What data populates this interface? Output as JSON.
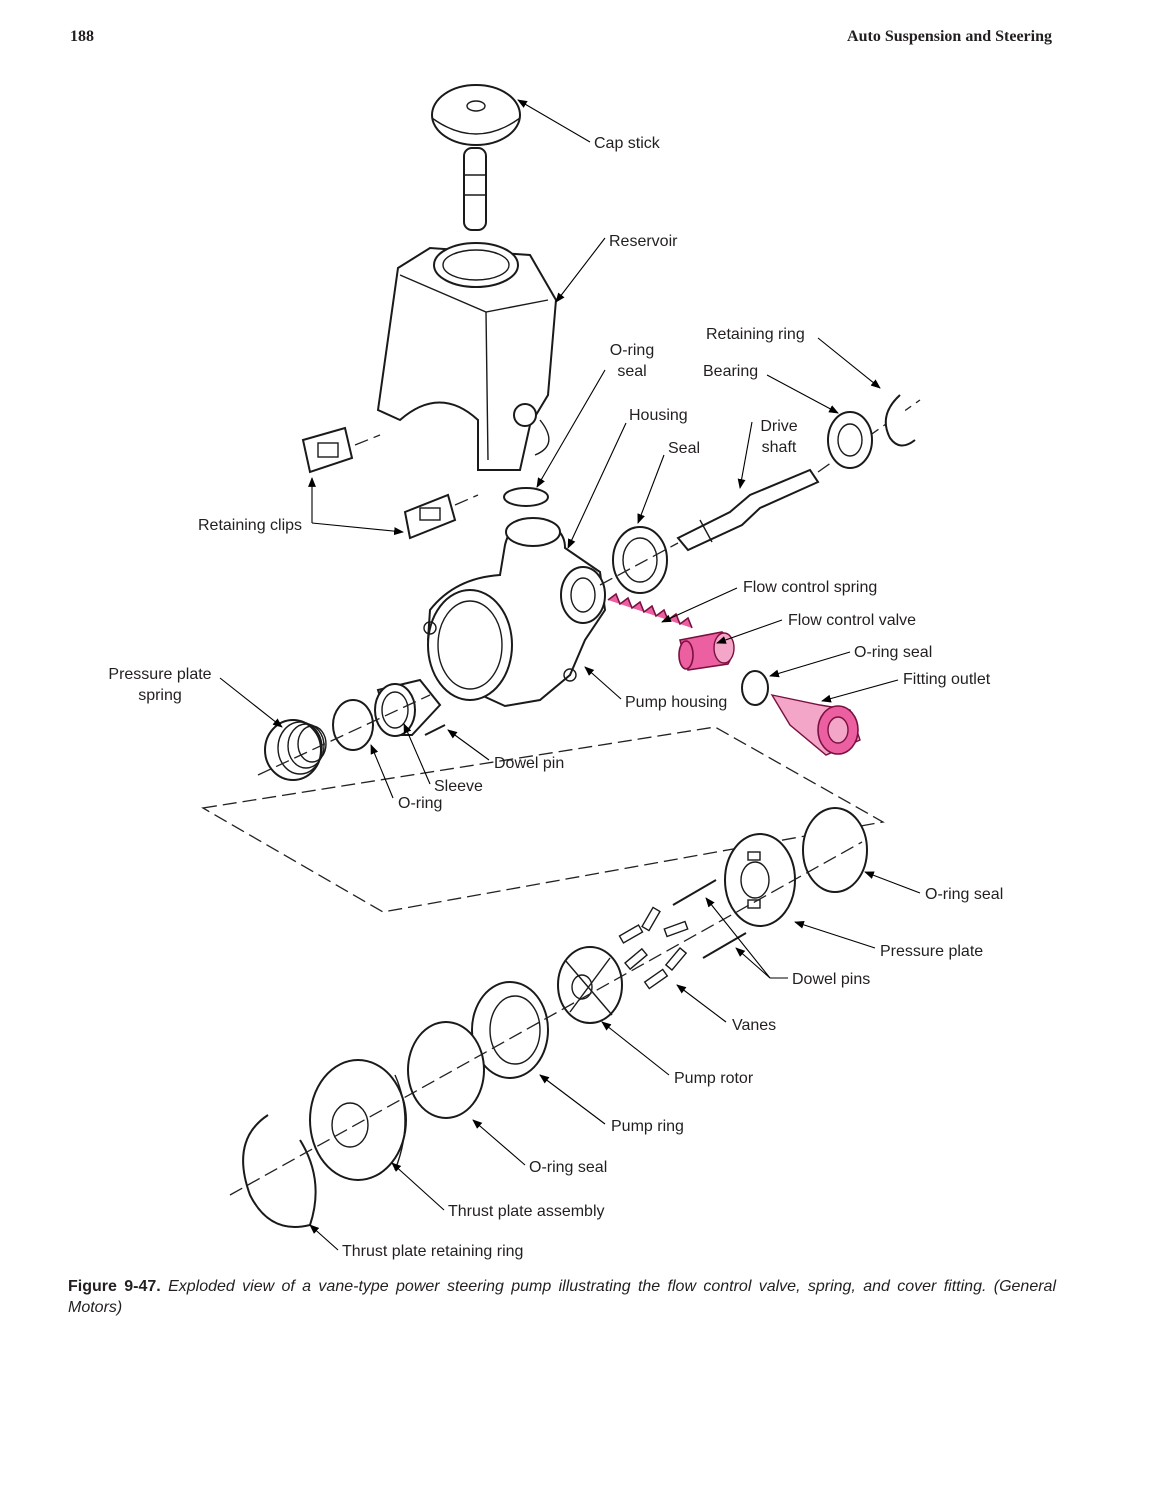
{
  "header": {
    "page_number": "188",
    "running_head": "Auto Suspension and Steering"
  },
  "labels": {
    "cap_stick": "Cap stick",
    "reservoir": "Reservoir",
    "oring_seal_top_1": "O-ring",
    "oring_seal_top_2": "seal",
    "retaining_ring": "Retaining ring",
    "bearing": "Bearing",
    "housing": "Housing",
    "drive_shaft_1": "Drive",
    "drive_shaft_2": "shaft",
    "seal": "Seal",
    "retaining_clips": "Retaining clips",
    "flow_control_spring": "Flow control spring",
    "flow_control_valve": "Flow control valve",
    "oring_seal_mid": "O-ring seal",
    "fitting_outlet": "Fitting outlet",
    "pressure_plate_spring_1": "Pressure plate",
    "pressure_plate_spring_2": "spring",
    "pump_housing": "Pump housing",
    "dowel_pin": "Dowel pin",
    "sleeve": "Sleeve",
    "oring": "O-ring",
    "oring_seal_lower": "O-ring seal",
    "pressure_plate": "Pressure plate",
    "dowel_pins": "Dowel pins",
    "vanes": "Vanes",
    "pump_rotor": "Pump rotor",
    "pump_ring": "Pump ring",
    "oring_seal_bottom": "O-ring seal",
    "thrust_plate_assembly": "Thrust plate assembly",
    "thrust_plate_retaining_ring": "Thrust plate retaining ring"
  },
  "caption": {
    "figure_number": "Figure 9-47.",
    "text": "Exploded view of a vane-type power steering pump illustrating the flow control valve, spring, and cover fitting. (General Motors)"
  },
  "colors": {
    "highlight": "#ec5fa0",
    "ink": "#231f20"
  }
}
